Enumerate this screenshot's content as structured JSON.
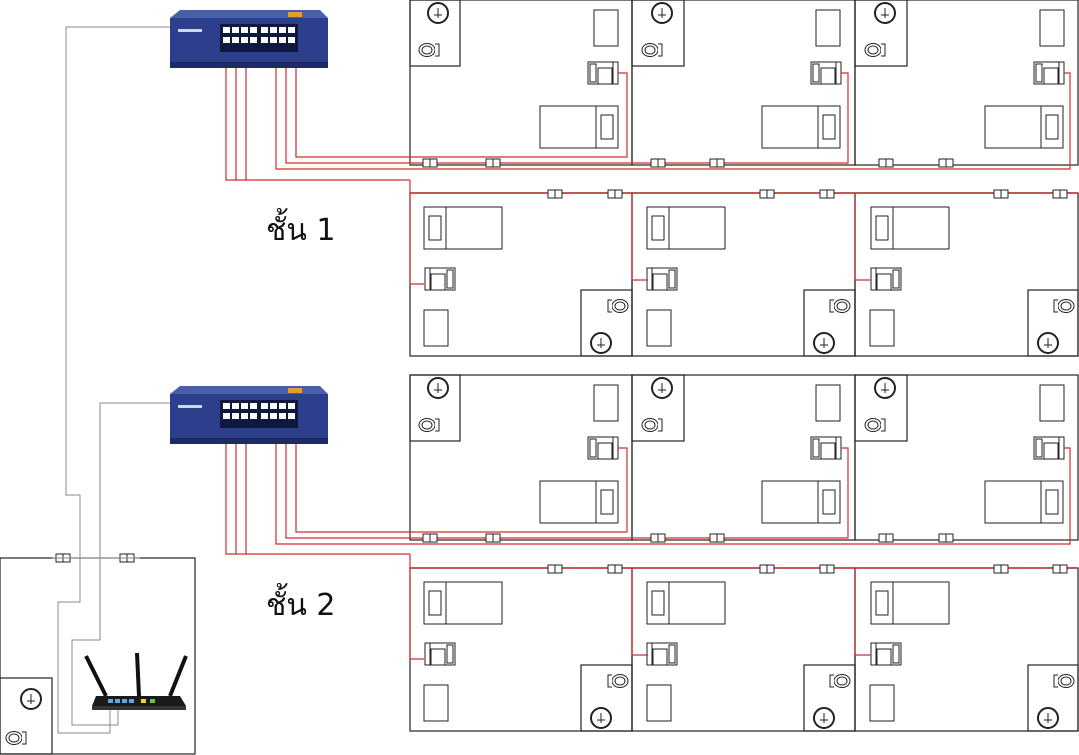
{
  "floors": [
    {
      "id": "floor-1",
      "label": "ชั้น 1",
      "rooms_per_row": 3
    },
    {
      "id": "floor-2",
      "label": "ชั้น 2",
      "rooms_per_row": 3
    }
  ],
  "device_icons": {
    "switch": "network-switch-icon",
    "router": "wifi-router-icon",
    "computer": "computer-desk-icon",
    "bed": "bed-icon",
    "toilet": "toilet-icon",
    "sink": "sink-icon",
    "wall_outlet": "network-outlet-icon"
  },
  "colors": {
    "switch_body": "#2c3e8c",
    "lan_cable": "#d42a2a",
    "uplink_cable": "#8a8a8a",
    "wall": "#222222"
  }
}
